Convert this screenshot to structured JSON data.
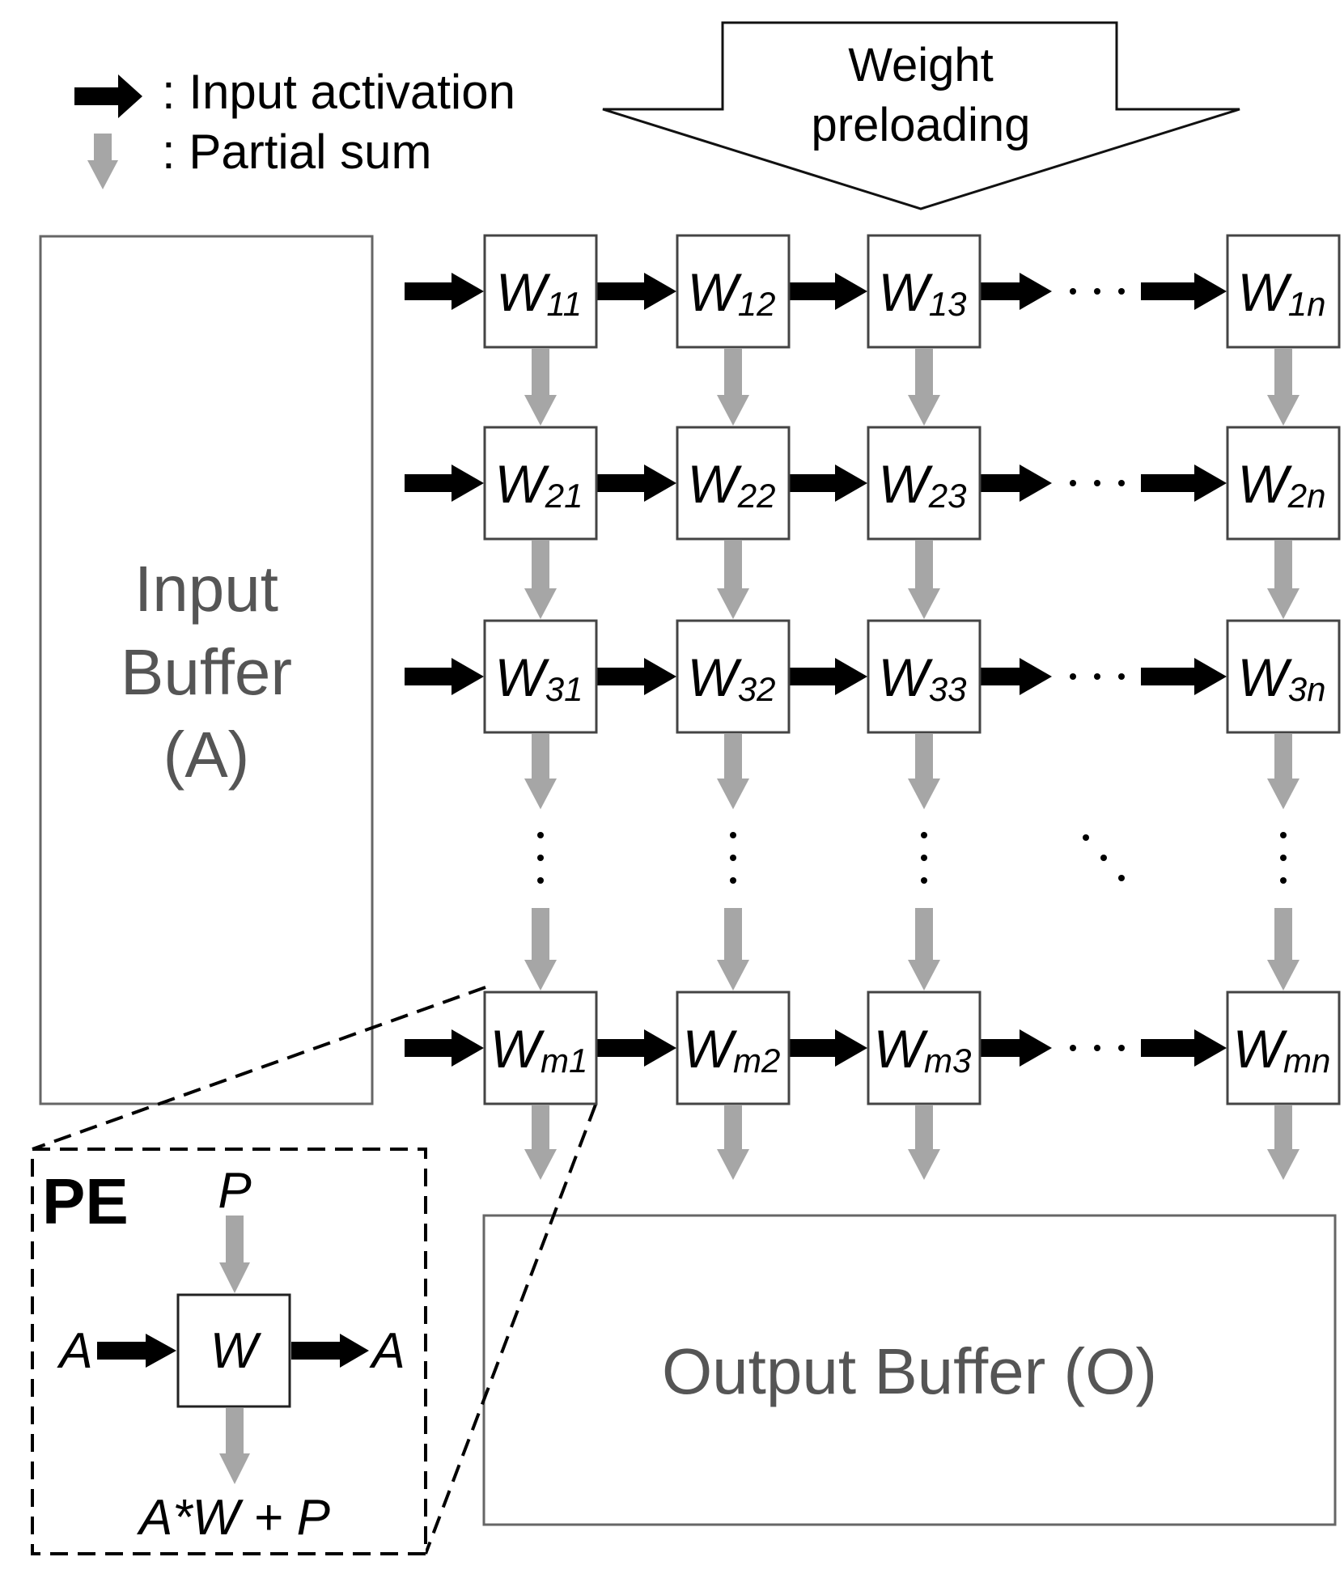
{
  "legend": {
    "input_activation": ": Input activation",
    "partial_sum": ": Partial sum"
  },
  "weight_preloading": [
    "Weight",
    "preloading"
  ],
  "input_buffer": [
    "Input",
    "Buffer",
    "(A)"
  ],
  "output_buffer": "Output Buffer (O)",
  "pe_array": {
    "rows": [
      {
        "cells": [
          {
            "w": "W",
            "sub": "11"
          },
          {
            "w": "W",
            "sub": "12"
          },
          {
            "w": "W",
            "sub": "13"
          },
          {
            "w": "W",
            "sub": "1n"
          }
        ]
      },
      {
        "cells": [
          {
            "w": "W",
            "sub": "21"
          },
          {
            "w": "W",
            "sub": "22"
          },
          {
            "w": "W",
            "sub": "23"
          },
          {
            "w": "W",
            "sub": "2n"
          }
        ]
      },
      {
        "cells": [
          {
            "w": "W",
            "sub": "31"
          },
          {
            "w": "W",
            "sub": "32"
          },
          {
            "w": "W",
            "sub": "33"
          },
          {
            "w": "W",
            "sub": "3n"
          }
        ]
      },
      {
        "cells": [
          {
            "w": "W",
            "sub": "m1"
          },
          {
            "w": "W",
            "sub": "m2"
          },
          {
            "w": "W",
            "sub": "m3"
          },
          {
            "w": "W",
            "sub": "mn"
          }
        ]
      }
    ]
  },
  "pe_detail": {
    "title": "PE",
    "partial_in": "P",
    "activation_in": "A",
    "weight": "W",
    "activation_out": "A",
    "output": "A*W + P"
  },
  "colors": {
    "activation_arrow": "#000000",
    "partial_sum_arrow": "#a6a6a6",
    "box_stroke": "#444444",
    "buffer_text": "#555555"
  }
}
